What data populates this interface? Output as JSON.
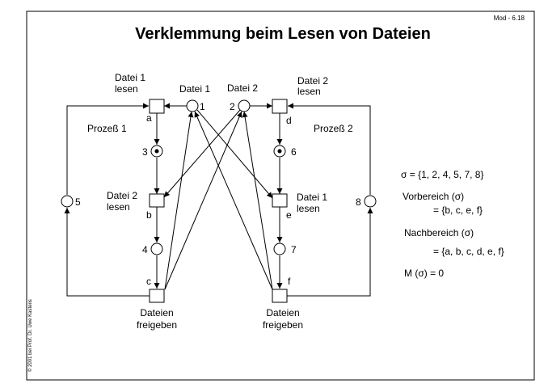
{
  "header": {
    "title": "Verklemmung beim Lesen von Dateien",
    "slide_id": "Mod - 6.18",
    "copyright": "© 2001 bei Prof. Dr. Uwe Kastens"
  },
  "process_labels": {
    "p1": "Prozeß 1",
    "p2": "Prozeß 2"
  },
  "resources": {
    "file1": "Datei 1",
    "file2": "Datei 2"
  },
  "places": [
    {
      "id": "1",
      "label": "1",
      "token": false
    },
    {
      "id": "2",
      "label": "2",
      "token": false
    },
    {
      "id": "3",
      "label": "3",
      "token": true
    },
    {
      "id": "4",
      "label": "4",
      "token": false
    },
    {
      "id": "5",
      "label": "5",
      "token": false
    },
    {
      "id": "6",
      "label": "6",
      "token": true
    },
    {
      "id": "7",
      "label": "7",
      "token": false
    },
    {
      "id": "8",
      "label": "8",
      "token": false
    }
  ],
  "transitions": [
    {
      "id": "a",
      "label": "a",
      "caption": [
        "Datei 1",
        "lesen"
      ]
    },
    {
      "id": "b",
      "label": "b",
      "caption": [
        "Datei 2",
        "lesen"
      ]
    },
    {
      "id": "c",
      "label": "c",
      "caption": [
        "Dateien",
        "freigeben"
      ]
    },
    {
      "id": "d",
      "label": "d",
      "caption": [
        "Datei 2",
        "lesen"
      ]
    },
    {
      "id": "e",
      "label": "e",
      "caption": [
        "Datei 1",
        "lesen"
      ]
    },
    {
      "id": "f",
      "label": "f",
      "caption": [
        "Dateien",
        "freigeben"
      ]
    }
  ],
  "formulas": {
    "sigma": "σ = {1, 2, 4, 5, 7, 8}",
    "pre_label": "Vorbereich (σ)",
    "pre_value": "= {b, c, e, f}",
    "post_label": "Nachbereich (σ)",
    "post_value": "= {a, b, c, d, e, f}",
    "marking": "M (σ) = 0"
  }
}
